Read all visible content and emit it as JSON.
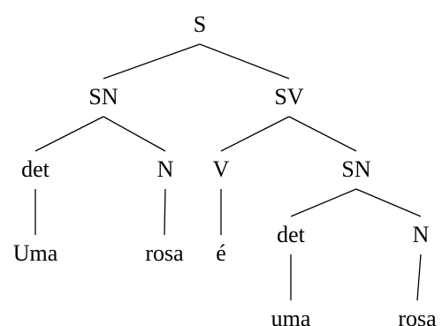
{
  "tree": {
    "nodes": [
      {
        "id": "s",
        "label": "S"
      },
      {
        "id": "sn1",
        "label": "SN"
      },
      {
        "id": "sv",
        "label": "SV"
      },
      {
        "id": "det1",
        "label": "det"
      },
      {
        "id": "n1",
        "label": "N"
      },
      {
        "id": "v",
        "label": "V"
      },
      {
        "id": "sn2",
        "label": "SN"
      },
      {
        "id": "w_uma1",
        "label": "Uma"
      },
      {
        "id": "w_rosa1",
        "label": "rosa"
      },
      {
        "id": "w_e",
        "label": "é"
      },
      {
        "id": "det2",
        "label": "det"
      },
      {
        "id": "n2",
        "label": "N"
      },
      {
        "id": "w_uma2",
        "label": "uma"
      },
      {
        "id": "w_rosa2",
        "label": "rosa"
      }
    ],
    "edges": [
      [
        "s",
        "sn1"
      ],
      [
        "s",
        "sv"
      ],
      [
        "sn1",
        "det1"
      ],
      [
        "sn1",
        "n1"
      ],
      [
        "sv",
        "v"
      ],
      [
        "sv",
        "sn2"
      ],
      [
        "det1",
        "w_uma1"
      ],
      [
        "n1",
        "w_rosa1"
      ],
      [
        "v",
        "w_e"
      ],
      [
        "sn2",
        "det2"
      ],
      [
        "sn2",
        "n2"
      ],
      [
        "det2",
        "w_uma2"
      ],
      [
        "n2",
        "w_rosa2"
      ]
    ]
  }
}
